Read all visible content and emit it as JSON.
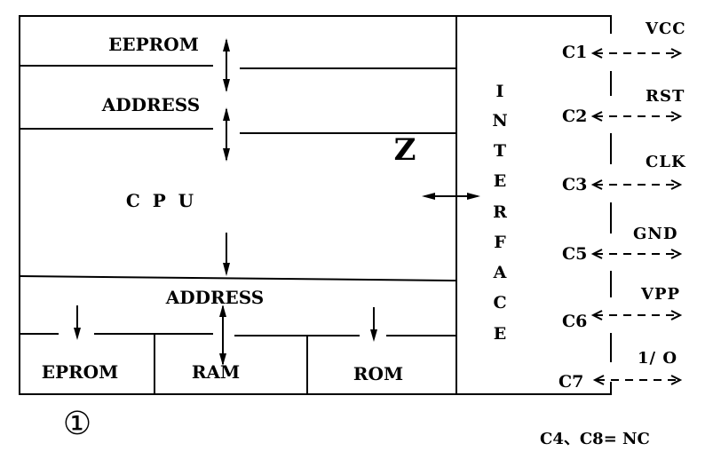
{
  "blocks": {
    "eeprom": "EEPROM",
    "address_top": "ADDRESS",
    "cpu": "C  P  U",
    "address_bottom": "ADDRESS",
    "eprom": "EPROM",
    "ram": "RAM",
    "rom": "ROM",
    "z_mark": "Z"
  },
  "interface_letters": [
    "I",
    "N",
    "T",
    "E",
    "R",
    "F",
    "A",
    "C",
    "E"
  ],
  "pins": [
    {
      "contact": "C1",
      "signal": "VCC"
    },
    {
      "contact": "C2",
      "signal": "RST"
    },
    {
      "contact": "C3",
      "signal": "CLK"
    },
    {
      "contact": "C5",
      "signal": "GND"
    },
    {
      "contact": "C6",
      "signal": "VPP"
    },
    {
      "contact": "C7",
      "signal": "1/ O"
    }
  ],
  "figure_number": "①",
  "note": "C4、C8= NC"
}
